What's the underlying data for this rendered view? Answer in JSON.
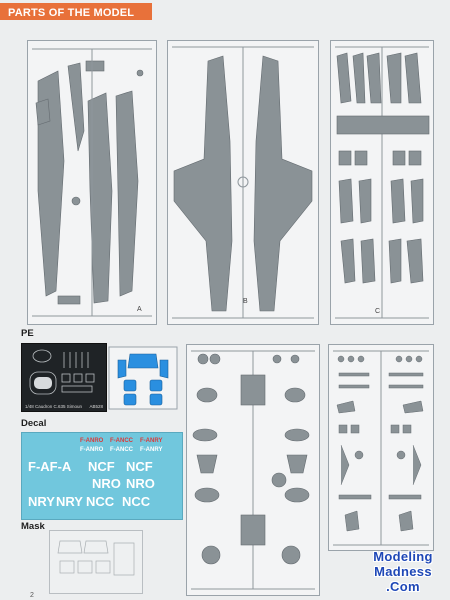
{
  "header": {
    "title": "PARTS OF THE MODEL"
  },
  "labels": {
    "pe": "PE",
    "decal": "Decal",
    "mask": "Mask"
  },
  "sprue_tags": {
    "a": "A",
    "b": "B",
    "c": "C"
  },
  "pe_sheet": {
    "name": "1/48 Caudron C.635 Simoun",
    "code": "AB528"
  },
  "decals": {
    "line1": [
      "F-ANRO",
      "F-ANCC",
      "F-ANRY"
    ],
    "line2": [
      "F-ANRO",
      "F-ANCC",
      "F-ANRY"
    ],
    "big_row": [
      "F-AF-A",
      "NCF",
      "NCF"
    ],
    "nro": [
      "NRO",
      "NRO"
    ],
    "ncc": [
      "NCC",
      "NCC"
    ],
    "nry": [
      "NRY",
      "NRY"
    ]
  },
  "watermark": {
    "line1": "Modeling",
    "line2": "Madness",
    "line3": ".Com"
  },
  "page_number": "2",
  "colors": {
    "accent": "#e8713a",
    "plastic": "#8a9296",
    "decal_bg": "#71c7dd",
    "pe_metal": "#1f2326",
    "clear_blue": "#2a8fe0",
    "watermark_blue": "#1f48b7"
  }
}
